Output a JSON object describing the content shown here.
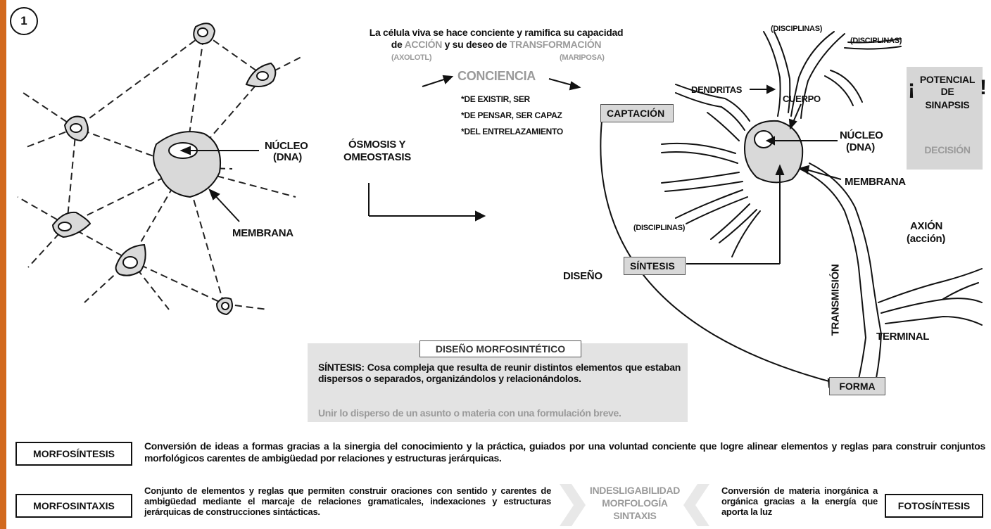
{
  "figure_number": "1",
  "headline": {
    "line1": "La célula viva se hace conciente y ramifica su capacidad",
    "line2_pre": "de",
    "accion": "ACCIÓN",
    "line2_mid": "y su deseo de",
    "transformacion": "TRANSFORMACIÓN",
    "axolotl": "(AXOLOTL)",
    "mariposa": "(MARIPOSA)"
  },
  "conciencia": {
    "title": "CONCIENCIA",
    "items": [
      "*DE EXISTIR, SER",
      "*DE PENSAR, SER CAPAZ",
      "*DEL ENTRELAZAMIENTO"
    ]
  },
  "osmosis": [
    "ÓSMOSIS Y",
    "OMEOSTASIS"
  ],
  "cell_labels": {
    "nucleo": [
      "NÚCLEO",
      "(DNA)"
    ],
    "membrana": "MEMBRANA"
  },
  "neuron_labels": {
    "disciplinas": "(DISCIPLINAS)",
    "dendritas": "DENDRITAS",
    "cuerpo": "CUERPO",
    "nucleo": [
      "NÚCLEO",
      "(DNA)"
    ],
    "membrana": "MEMBRANA",
    "axion": [
      "AXIÓN",
      "(acción)"
    ],
    "transmision": "TRANSMISIÓN",
    "terminal": "TERMINAL"
  },
  "process": {
    "captacion": "CAPTACIÓN",
    "sintesis": "SÍNTESIS",
    "diseno": "DISEÑO",
    "forma": "FORMA"
  },
  "potential": {
    "bang_open": "¡",
    "line1": "POTENCIAL",
    "line2": "DE",
    "line3": "SINAPSIS",
    "bang_close": "!",
    "decision": "DECISIÓN"
  },
  "synthesis_box": {
    "title": "DISEÑO MORFOSINTÉTICO",
    "definition": "SÍNTESIS: Cosa compleja que resulta de reunir distintos elementos que estaban dispersos o separados, organizándolos y relacionándolos.",
    "note": "Unir lo disperso de un asunto o materia con una formulación breve."
  },
  "morfosintesis": {
    "label": "MORFOSÍNTESIS",
    "text": "Conversión de ideas a formas gracias a la sinergia del conocimiento y la práctica, guiados por una voluntad conciente que logre alinear elementos y reglas para construir conjuntos morfológicos carentes de ambigüedad por relaciones y estructuras jerárquicas."
  },
  "morfosintaxis": {
    "label": "MORFOSINTAXIS",
    "text": "Conjunto de elementos y reglas que permiten construir oraciones con sentido y carentes de ambigüedad mediante el marcaje de relaciones gramaticales, indexaciones y estructuras jerárquicas de construcciones sintácticas."
  },
  "indesligabilidad": [
    "INDESLIGABILIDAD",
    "MORFOLOGÍA",
    "SINTAXIS"
  ],
  "fotosintesis": {
    "label": "FOTOSÍNTESIS",
    "text": "Conversión de materia inorgánica a orgánica gracias a la energía que aporta la luz"
  },
  "colors": {
    "accent_bar": "#d2691e",
    "cell_fill": "#d9d9d9",
    "panel_grey": "#e3e3e3",
    "muted_text": "#9a9a9a"
  }
}
